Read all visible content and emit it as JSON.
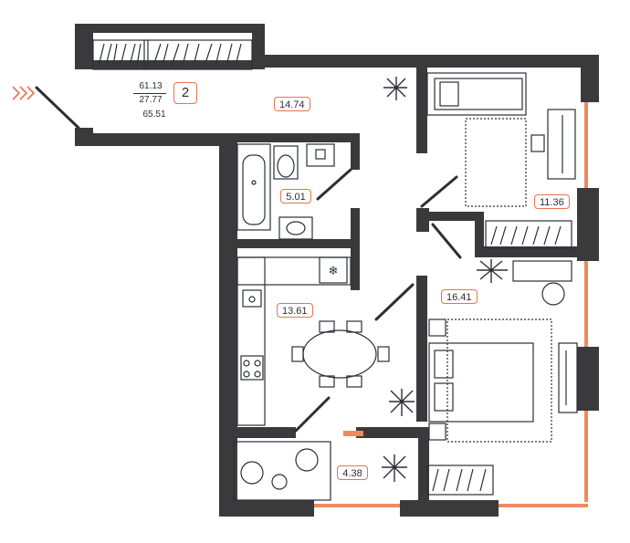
{
  "summary": {
    "living_area": "61.13",
    "kitchen_area": "27.77",
    "total_area": "65.51",
    "rooms": "2"
  },
  "rooms": {
    "hallway": "14.74",
    "bathroom": "5.01",
    "bedroom_small": "11.36",
    "kitchen": "13.61",
    "bedroom_main": "16.41",
    "balcony": "4.38"
  },
  "colors": {
    "wall": "#3a3a3c",
    "accent": "#e8744a",
    "line": "#2b2f36",
    "window": "#f08a5d"
  }
}
